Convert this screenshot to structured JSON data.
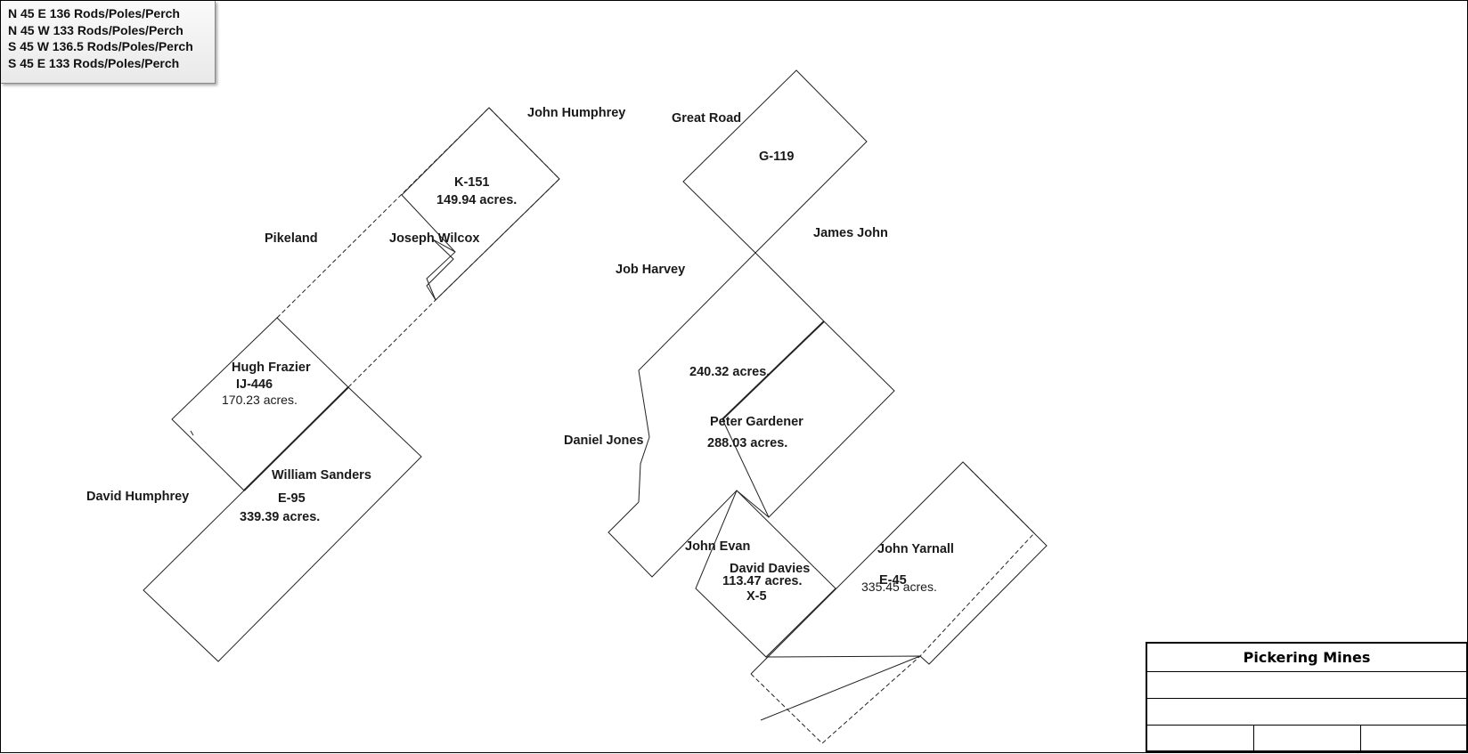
{
  "legend": {
    "lines": [
      "N 45 E 136 Rods/Poles/Perch",
      "N 45 W 133 Rods/Poles/Perch",
      "S 45 W 136.5 Rods/Poles/Perch",
      "S 45 E 133 Rods/Poles/Perch"
    ]
  },
  "labels": {
    "john_humphrey": "John Humphrey",
    "great_road": "Great Road",
    "g119": "G-119",
    "k151": "K-151",
    "k151_acres": "149.94 acres.",
    "pikeland": "Pikeland",
    "joseph_wilcox": "Joseph Wilcox",
    "james_john": "James John",
    "job_harvey": "Job Harvey",
    "hugh_frazier": "Hugh Frazier",
    "ij446": "IJ-446",
    "ij446_acres": "170.23 acres.",
    "acres_240": "240.32 acres.",
    "peter_gardener": "Peter Gardener",
    "acres_288": "288.03 acres.",
    "daniel_jones": "Daniel Jones",
    "william_sanders": "William Sanders",
    "david_humphrey": "David Humphrey",
    "e95": "E-95",
    "e95_acres": "339.39 acres.",
    "john_evan": "John Evan",
    "john_yarnall": "John Yarnall",
    "david_davies": "David Davies",
    "davies_acres": "113.47 acres.",
    "x5": "X-5",
    "e45": "E-45",
    "e45_acres": "335.45 acres."
  },
  "title_block": {
    "title": "Pickering Mines"
  }
}
